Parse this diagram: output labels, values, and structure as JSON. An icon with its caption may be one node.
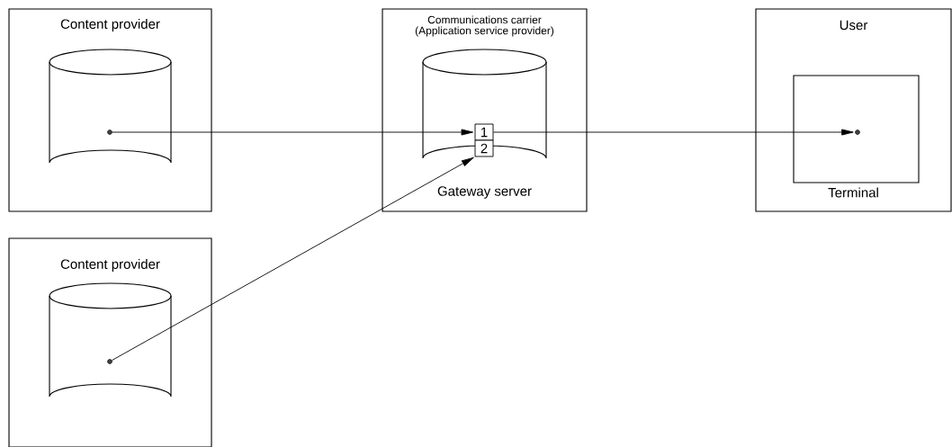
{
  "diagram": {
    "nodes": [
      {
        "text": [
          "Content provider"
        ]
      },
      {
        "text": [],
        "shape": "cylinder",
        "in": 0
      },
      {
        "text": [],
        "shape": "circle",
        "in": 1
      },
      {
        "text": [
          "Communications carrier (Application service provider)",
          "Gateway server"
        ]
      },
      {
        "text": [],
        "shape": "cylinder",
        "in": 3
      },
      {
        "text": [
          "1"
        ],
        "in": 4
      },
      {
        "text": [
          "2"
        ],
        "in": 4
      },
      {
        "text": [
          "User",
          "Terminal"
        ]
      },
      {
        "text": [],
        "shape": "box",
        "in": 7
      },
      {
        "text": [],
        "shape": "circle",
        "in": 8
      },
      {
        "text": [
          "Content provider"
        ]
      },
      {
        "text": [],
        "shape": "cylinder",
        "in": 10
      },
      {
        "text": [],
        "shape": "circle",
        "in": 11
      }
    ],
    "edges": [
      {
        "from": 2,
        "to": 5,
        "arrow": "to"
      },
      {
        "from": 5,
        "to": 9,
        "arrow": "to"
      },
      {
        "from": 12,
        "to": 6,
        "arrow": "to"
      }
    ]
  }
}
